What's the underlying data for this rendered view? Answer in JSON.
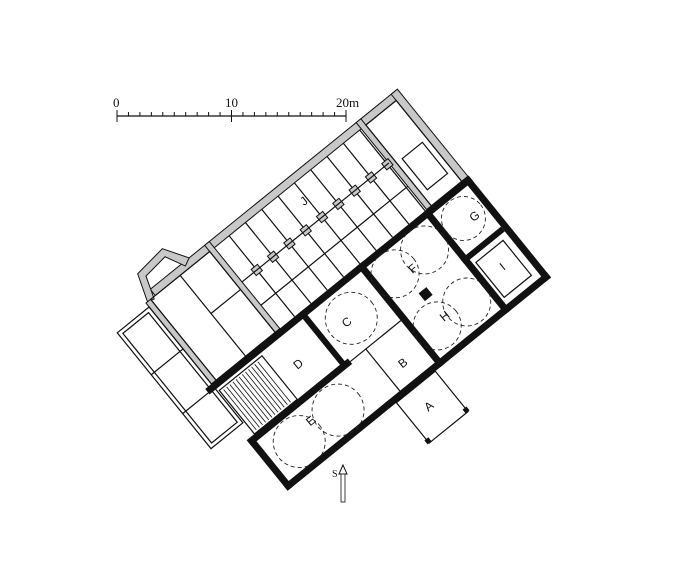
{
  "scale_bar": {
    "labels": [
      "0",
      "10",
      "20m"
    ],
    "subdivisions": 20
  },
  "rooms": {
    "A": "A",
    "B": "B",
    "C": "C",
    "D": "D",
    "E": "E",
    "F": "F",
    "G": "G",
    "H": "H",
    "I": "I",
    "J": "J"
  },
  "north_arrow": {
    "label": "S"
  }
}
